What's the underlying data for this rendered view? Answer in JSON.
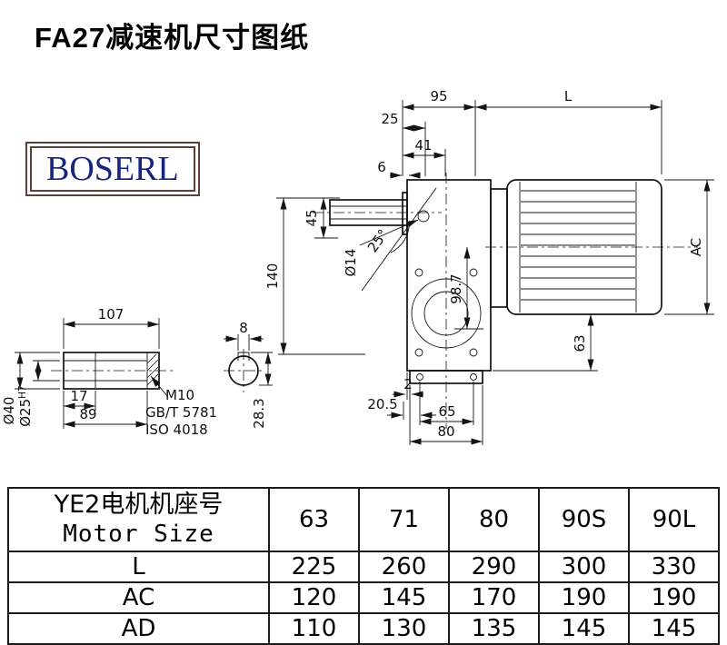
{
  "page": {
    "title": "FA27减速机尺寸图纸"
  },
  "logo": {
    "text": "BOSERL"
  },
  "drawing": {
    "main_dims": {
      "w95": "95",
      "wL": "L",
      "w25": "25",
      "w41": "41",
      "w6": "6",
      "h45": "45",
      "angle": "25°",
      "hole": "Ø14",
      "h140": "140",
      "h98_7": "98.7",
      "hAC": "AC",
      "h63": "63",
      "b2": "2",
      "b20_5": "20.5",
      "b65": "65",
      "b80": "80"
    },
    "shaft_dims": {
      "len107": "107",
      "len17": "17",
      "len89": "89",
      "dia40": "Ø40",
      "dia25": "Ø25",
      "dia25_tol": "H7",
      "thread": "M10",
      "std1": "GB/T 5781",
      "std2": "ISO 4018",
      "key8": "8",
      "key28_3": "28.3"
    }
  },
  "table": {
    "header": {
      "line1": "YE2电机机座号",
      "line2": "Motor Size"
    },
    "columns": [
      "63",
      "71",
      "80",
      "90S",
      "90L"
    ],
    "rows": [
      {
        "label": "L",
        "values": [
          "225",
          "260",
          "290",
          "300",
          "330"
        ]
      },
      {
        "label": "AC",
        "values": [
          "120",
          "145",
          "170",
          "190",
          "190"
        ]
      },
      {
        "label": "AD",
        "values": [
          "110",
          "130",
          "135",
          "145",
          "145"
        ]
      }
    ]
  },
  "colors": {
    "line": "#141414",
    "logo_border": "#5d4037",
    "logo_text": "#16257e"
  }
}
